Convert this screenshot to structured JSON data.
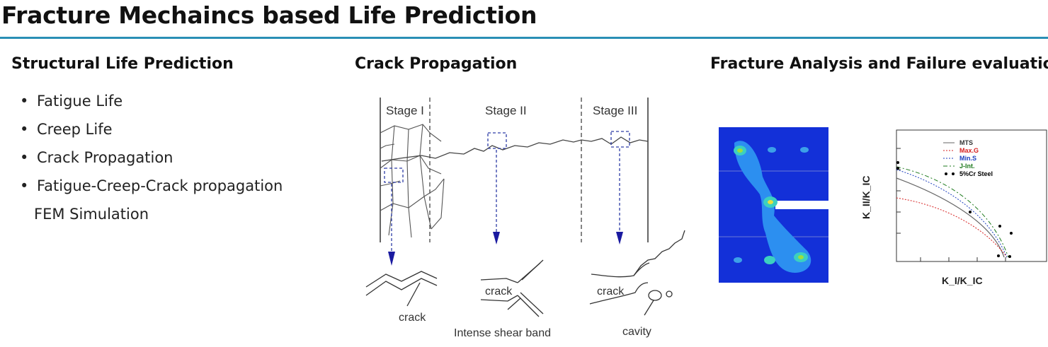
{
  "page": {
    "title": "Fracture Mechaincs based Life Prediction",
    "accent_color": "#2a8fb5"
  },
  "columns": {
    "left": {
      "heading": "Structural Life Prediction",
      "bullets": [
        "Fatigue Life",
        "Creep Life",
        "Crack Propagation",
        "Fatigue-Creep-Crack propagation"
      ],
      "continuation": "FEM Simulation"
    },
    "middle": {
      "heading": "Crack Propagation",
      "figure": {
        "stage_labels": [
          "Stage I",
          "Stage II",
          "Stage III"
        ],
        "callouts": [
          "crack",
          "crack",
          "Intense shear band",
          "crack",
          "cavity"
        ]
      }
    },
    "right": {
      "heading": "Fracture Analysis and Failure evaluation",
      "legend": [
        "MTS",
        "Max.G",
        "Min.S",
        "J-Int.",
        "5%Cr Steel"
      ],
      "legend_colors": [
        "#555555",
        "#d62020",
        "#1c3fbf",
        "#1f7a1f",
        "#000000"
      ],
      "y_axis_label": "K_II/K_IC",
      "x_axis_label": "K_I/K_IC"
    }
  }
}
